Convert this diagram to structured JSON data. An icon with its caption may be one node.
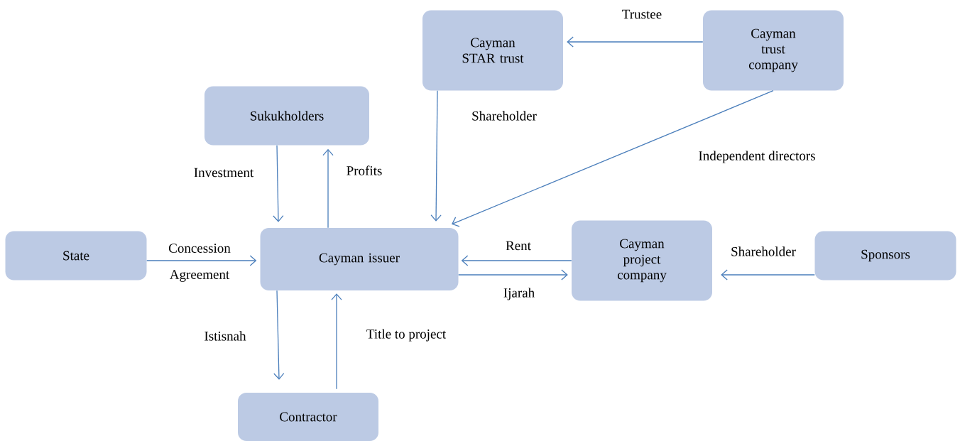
{
  "diagram": {
    "nodes": [
      {
        "text": [
          "Cayman STAR trust"
        ]
      },
      {
        "text": [
          "Cayman trust company"
        ]
      },
      {
        "text": [
          "Sukukholders"
        ]
      },
      {
        "text": [
          "State"
        ]
      },
      {
        "text": [
          "Cayman issuer"
        ]
      },
      {
        "text": [
          "Cayman project company"
        ]
      },
      {
        "text": [
          "Sponsors"
        ]
      },
      {
        "text": [
          "Contractor"
        ]
      }
    ],
    "edges": [
      {
        "from": 1,
        "to": 0,
        "arrow": "to",
        "label": "Trustee"
      },
      {
        "from": 0,
        "to": 4,
        "arrow": "to",
        "label": "Shareholder"
      },
      {
        "from": 1,
        "to": 4,
        "arrow": "to",
        "label": "Independent directors"
      },
      {
        "from": 2,
        "to": 4,
        "arrow": "to",
        "label": "Investment"
      },
      {
        "from": 4,
        "to": 2,
        "arrow": "to",
        "label": "Profits"
      },
      {
        "from": 3,
        "to": 4,
        "arrow": "to",
        "label": "Concession Agreement"
      },
      {
        "from": 5,
        "to": 4,
        "arrow": "to",
        "label": "Rent"
      },
      {
        "from": 4,
        "to": 5,
        "arrow": "to",
        "label": "Ijarah"
      },
      {
        "from": 6,
        "to": 5,
        "arrow": "to",
        "label": "Shareholder"
      },
      {
        "from": 4,
        "to": 7,
        "arrow": "to",
        "label": "Istisnah"
      },
      {
        "from": 7,
        "to": 4,
        "arrow": "to",
        "label": "Title to project"
      }
    ]
  }
}
